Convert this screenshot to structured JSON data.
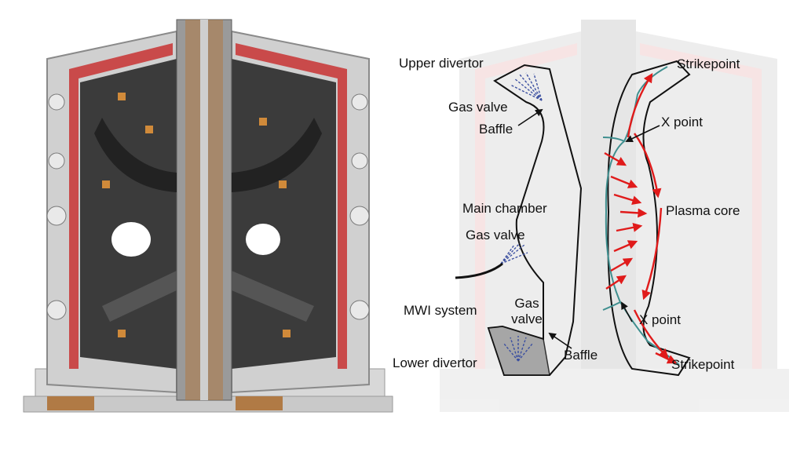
{
  "labels": {
    "upper_divertor": "Upper divertor",
    "gas_valve_upper": "Gas valve",
    "baffle_upper": "Baffle",
    "main_chamber": "Main chamber",
    "gas_valve_mid": "Gas valve",
    "mwi_system": "MWI system",
    "gas_valve_lower_line1": "Gas",
    "gas_valve_lower_line2": "valve",
    "lower_divertor": "Lower divertor",
    "baffle_lower": "Baffle",
    "strikepoint_top": "Strikepoint",
    "x_point_top": "X point",
    "plasma_core": "Plasma core",
    "x_point_bottom": "X point",
    "strikepoint_bottom": "Strikepoint"
  },
  "colors": {
    "vessel_frame": "#b9b9b9",
    "vessel_interior": "#3b3b3b",
    "copper_coils": "#b07a45",
    "red_coil_housing": "#c94a4a",
    "separatrix": "#3f8f8f",
    "plasma_flow_arrows": "#e01b1b",
    "gas_puff": "#3b4fa0",
    "outline": "#111111"
  }
}
